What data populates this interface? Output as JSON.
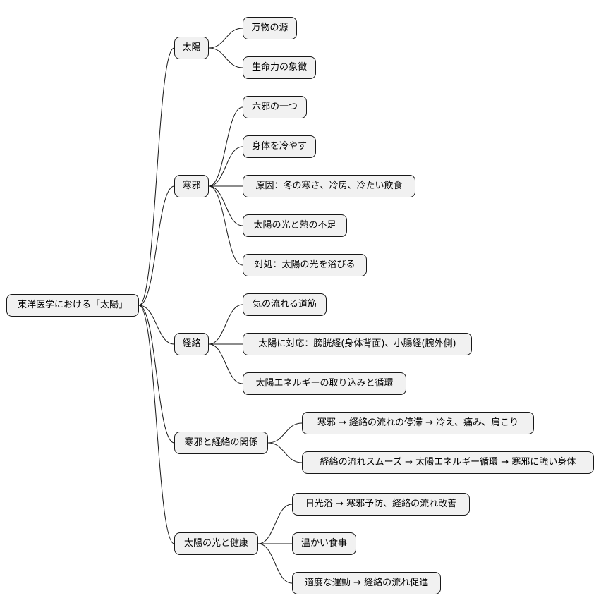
{
  "root": "東洋医学における「太陽」",
  "branches": [
    {
      "label": "太陽",
      "children": [
        "万物の源",
        "生命力の象徴"
      ]
    },
    {
      "label": "寒邪",
      "children": [
        "六邪の一つ",
        "身体を冷やす",
        "原因：冬の寒さ、冷房、冷たい飲食",
        "太陽の光と熱の不足",
        "対処：太陽の光を浴びる"
      ]
    },
    {
      "label": "経絡",
      "children": [
        "気の流れる道筋",
        "太陽に対応：膀胱経(身体背面)、小腸経(腕外側)",
        "太陽エネルギーの取り込みと循環"
      ]
    },
    {
      "label": "寒邪と経絡の関係",
      "children": [
        "寒邪 → 経絡の流れの停滞 → 冷え、痛み、肩こり",
        "経絡の流れスムーズ → 太陽エネルギー循環 → 寒邪に強い身体"
      ]
    },
    {
      "label": "太陽の光と健康",
      "children": [
        "日光浴 → 寒邪予防、経絡の流れ改善",
        "温かい食事",
        "適度な運動 → 経絡の流れ促進"
      ]
    }
  ]
}
